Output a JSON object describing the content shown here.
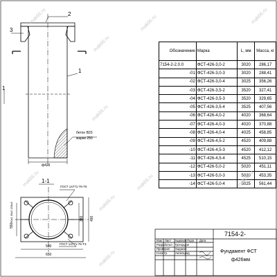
{
  "drawing": {
    "code": "7154-2-",
    "title_line1": "Фундамент ФСТ",
    "title_line2": "ф426мм",
    "section_label": "1-1",
    "callouts": {
      "c1": "1",
      "c2": "2",
      "c3": "3",
      "c1b": "1"
    },
    "concrete_note_line1": "бетон В20",
    "concrete_note_line2": "марки 250",
    "dims": {
      "pipe_width": "ф426",
      "gost_top": "ГОСТ 14771-76-Т6",
      "gost_bottom": "ГОСТ 14771-76-Т3",
      "width_500": "500",
      "width_650": "650",
      "height_490": "490",
      "height_380": "380",
      "height_550": "550",
      "left_dims": "50х1 30х2 150х3"
    },
    "watermark": "mak66.ru"
  },
  "table": {
    "headers": [
      "Обозначение",
      "Марка",
      "L, мм",
      "Масса, кг"
    ],
    "rows": [
      [
        "7154-2-2.0.0",
        "ФСТ-426-3,0-2",
        "3020",
        "286,17"
      ],
      [
        "-01",
        "ФСТ-426-3,0-3",
        "3020",
        "288,41"
      ],
      [
        "-02",
        "ФСТ-426-3,0-4",
        "3025",
        "356,26"
      ],
      [
        "-03",
        "ФСТ-426-3,5-2",
        "3520",
        "327,41"
      ],
      [
        "-04",
        "ФСТ-426-3,5-3",
        "3520",
        "329,65"
      ],
      [
        "-05",
        "ФСТ-426-3,5-4",
        "3525",
        "407,56"
      ],
      [
        "-06",
        "ФСТ-426-4,0-2",
        "4020",
        "368,64"
      ],
      [
        "-07",
        "ФСТ-426-4,0-3",
        "4020",
        "370,88"
      ],
      [
        "-08",
        "ФСТ-426-4,0-4",
        "4025",
        "458,85"
      ],
      [
        "-09",
        "ФСТ-426-4,5-2",
        "4520",
        "409,88"
      ],
      [
        "-10",
        "ФСТ-426-4,5-3",
        "4520",
        "412,12"
      ],
      [
        "-11",
        "ФСТ-426-4,5-4",
        "4525",
        "510,15"
      ],
      [
        "-12",
        "ФСТ-426-5,0-2",
        "5020",
        "451,11"
      ],
      [
        "-13",
        "ФСТ-426-5,0-3",
        "5020",
        "453,35"
      ],
      [
        "-14",
        "ФСТ-426-5,0-4",
        "5025",
        "561,44"
      ]
    ]
  },
  "title_block": {
    "rows": [
      "Изм",
      "Лист",
      "№докум.",
      "Подп.",
      "Дата"
    ],
    "row1": "Разработал",
    "row2": "Проверил",
    "row3": "Н.контр.",
    "name1": "Грачцадзе",
    "name2": "Хадаков",
    "name3": "Аксельрод"
  }
}
